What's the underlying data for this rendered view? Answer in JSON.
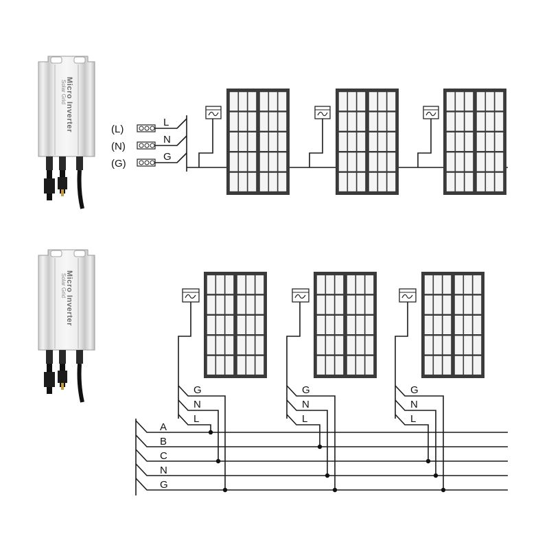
{
  "device": {
    "brand_line": "Solar Grid",
    "model_line": "Micro Inverter"
  },
  "single_phase": {
    "terminals": [
      "(L)",
      "(N)",
      "(G)"
    ],
    "line_labels": [
      "L",
      "N",
      "G"
    ]
  },
  "three_phase": {
    "bus_labels": [
      "A",
      "B",
      "C",
      "N",
      "G"
    ],
    "drop_labels": [
      "G",
      "N",
      "L"
    ]
  },
  "colors": {
    "wire": "#1a1a1a",
    "panel_frame": "#3a3a3a",
    "panel_cell": "#f4f4f4",
    "inverter_body": "#e6e6e6"
  }
}
